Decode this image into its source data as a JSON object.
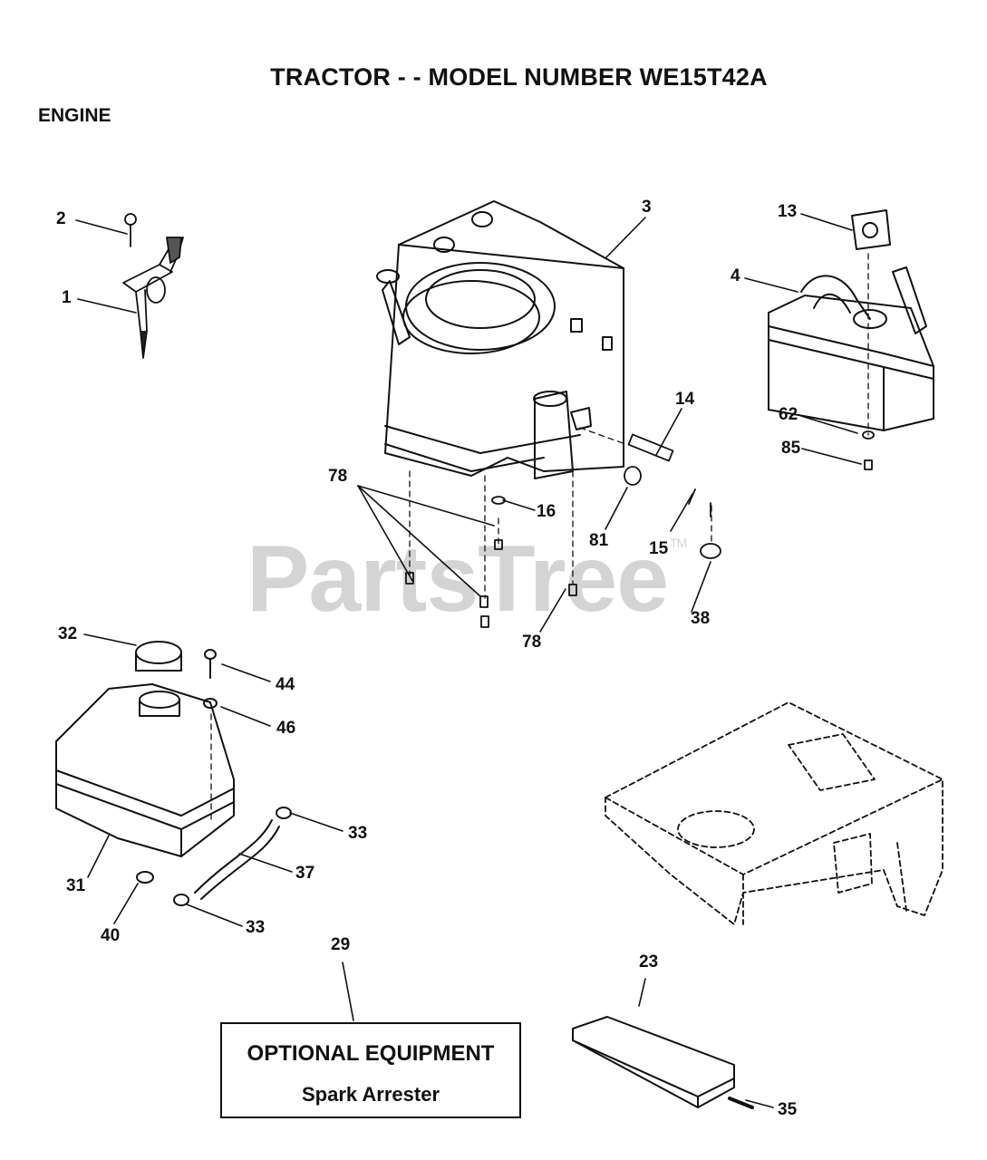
{
  "header": {
    "title": "TRACTOR - - MODEL NUMBER WE15T42A",
    "section": "ENGINE"
  },
  "watermark": {
    "text": "PartsTree",
    "mark": "TM"
  },
  "callouts": [
    {
      "id": "c1",
      "label": "1"
    },
    {
      "id": "c2",
      "label": "2"
    },
    {
      "id": "c3",
      "label": "3"
    },
    {
      "id": "c4",
      "label": "4"
    },
    {
      "id": "c13",
      "label": "13"
    },
    {
      "id": "c14",
      "label": "14"
    },
    {
      "id": "c15",
      "label": "15"
    },
    {
      "id": "c16",
      "label": "16"
    },
    {
      "id": "c23",
      "label": "23"
    },
    {
      "id": "c29",
      "label": "29"
    },
    {
      "id": "c31",
      "label": "31"
    },
    {
      "id": "c32",
      "label": "32"
    },
    {
      "id": "c33a",
      "label": "33"
    },
    {
      "id": "c33b",
      "label": "33"
    },
    {
      "id": "c35",
      "label": "35"
    },
    {
      "id": "c37",
      "label": "37"
    },
    {
      "id": "c38",
      "label": "38"
    },
    {
      "id": "c40",
      "label": "40"
    },
    {
      "id": "c44",
      "label": "44"
    },
    {
      "id": "c46",
      "label": "46"
    },
    {
      "id": "c62",
      "label": "62"
    },
    {
      "id": "c78a",
      "label": "78"
    },
    {
      "id": "c78b",
      "label": "78"
    },
    {
      "id": "c81",
      "label": "81"
    },
    {
      "id": "c85",
      "label": "85"
    }
  ],
  "optional_box": {
    "heading": "OPTIONAL EQUIPMENT",
    "item": "Spark Arrester"
  }
}
